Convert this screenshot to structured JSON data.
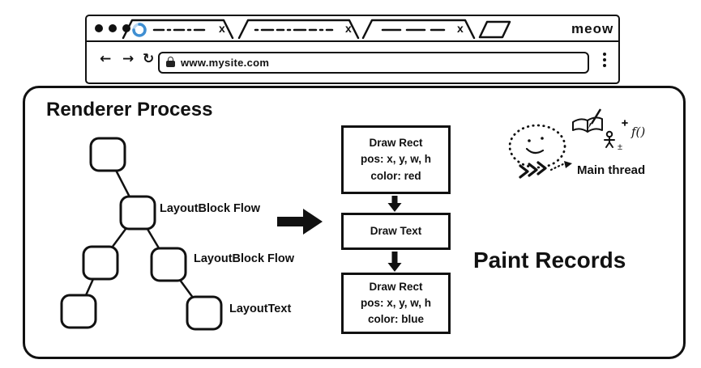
{
  "browser": {
    "window_title": "meow",
    "tabs": [
      {
        "close_label": "x"
      },
      {
        "close_label": "x"
      },
      {
        "close_label": "x"
      }
    ],
    "nav": {
      "back_icon": "←",
      "forward_icon": "→",
      "reload_icon": "↻",
      "url": "www.mysite.com"
    }
  },
  "renderer": {
    "title": "Renderer Process",
    "tree_labels": [
      "LayoutBlock Flow",
      "LayoutBlock Flow",
      "LayoutText"
    ],
    "paint": {
      "heading": "Paint Records",
      "boxes": [
        {
          "lines": [
            "Draw Rect",
            "pos: x, y, w, h",
            "color: red"
          ]
        },
        {
          "lines": [
            "Draw Text"
          ]
        },
        {
          "lines": [
            "Draw Rect",
            "pos: x, y, w, h",
            "color: blue"
          ]
        }
      ]
    },
    "main_thread": {
      "label": "Main thread",
      "function_doodle": "f()",
      "symbols": "±"
    }
  },
  "colors": {
    "ink": "#111111",
    "spinner_blue": "#3f8fd2",
    "spinner_track": "#b9d7f2"
  }
}
